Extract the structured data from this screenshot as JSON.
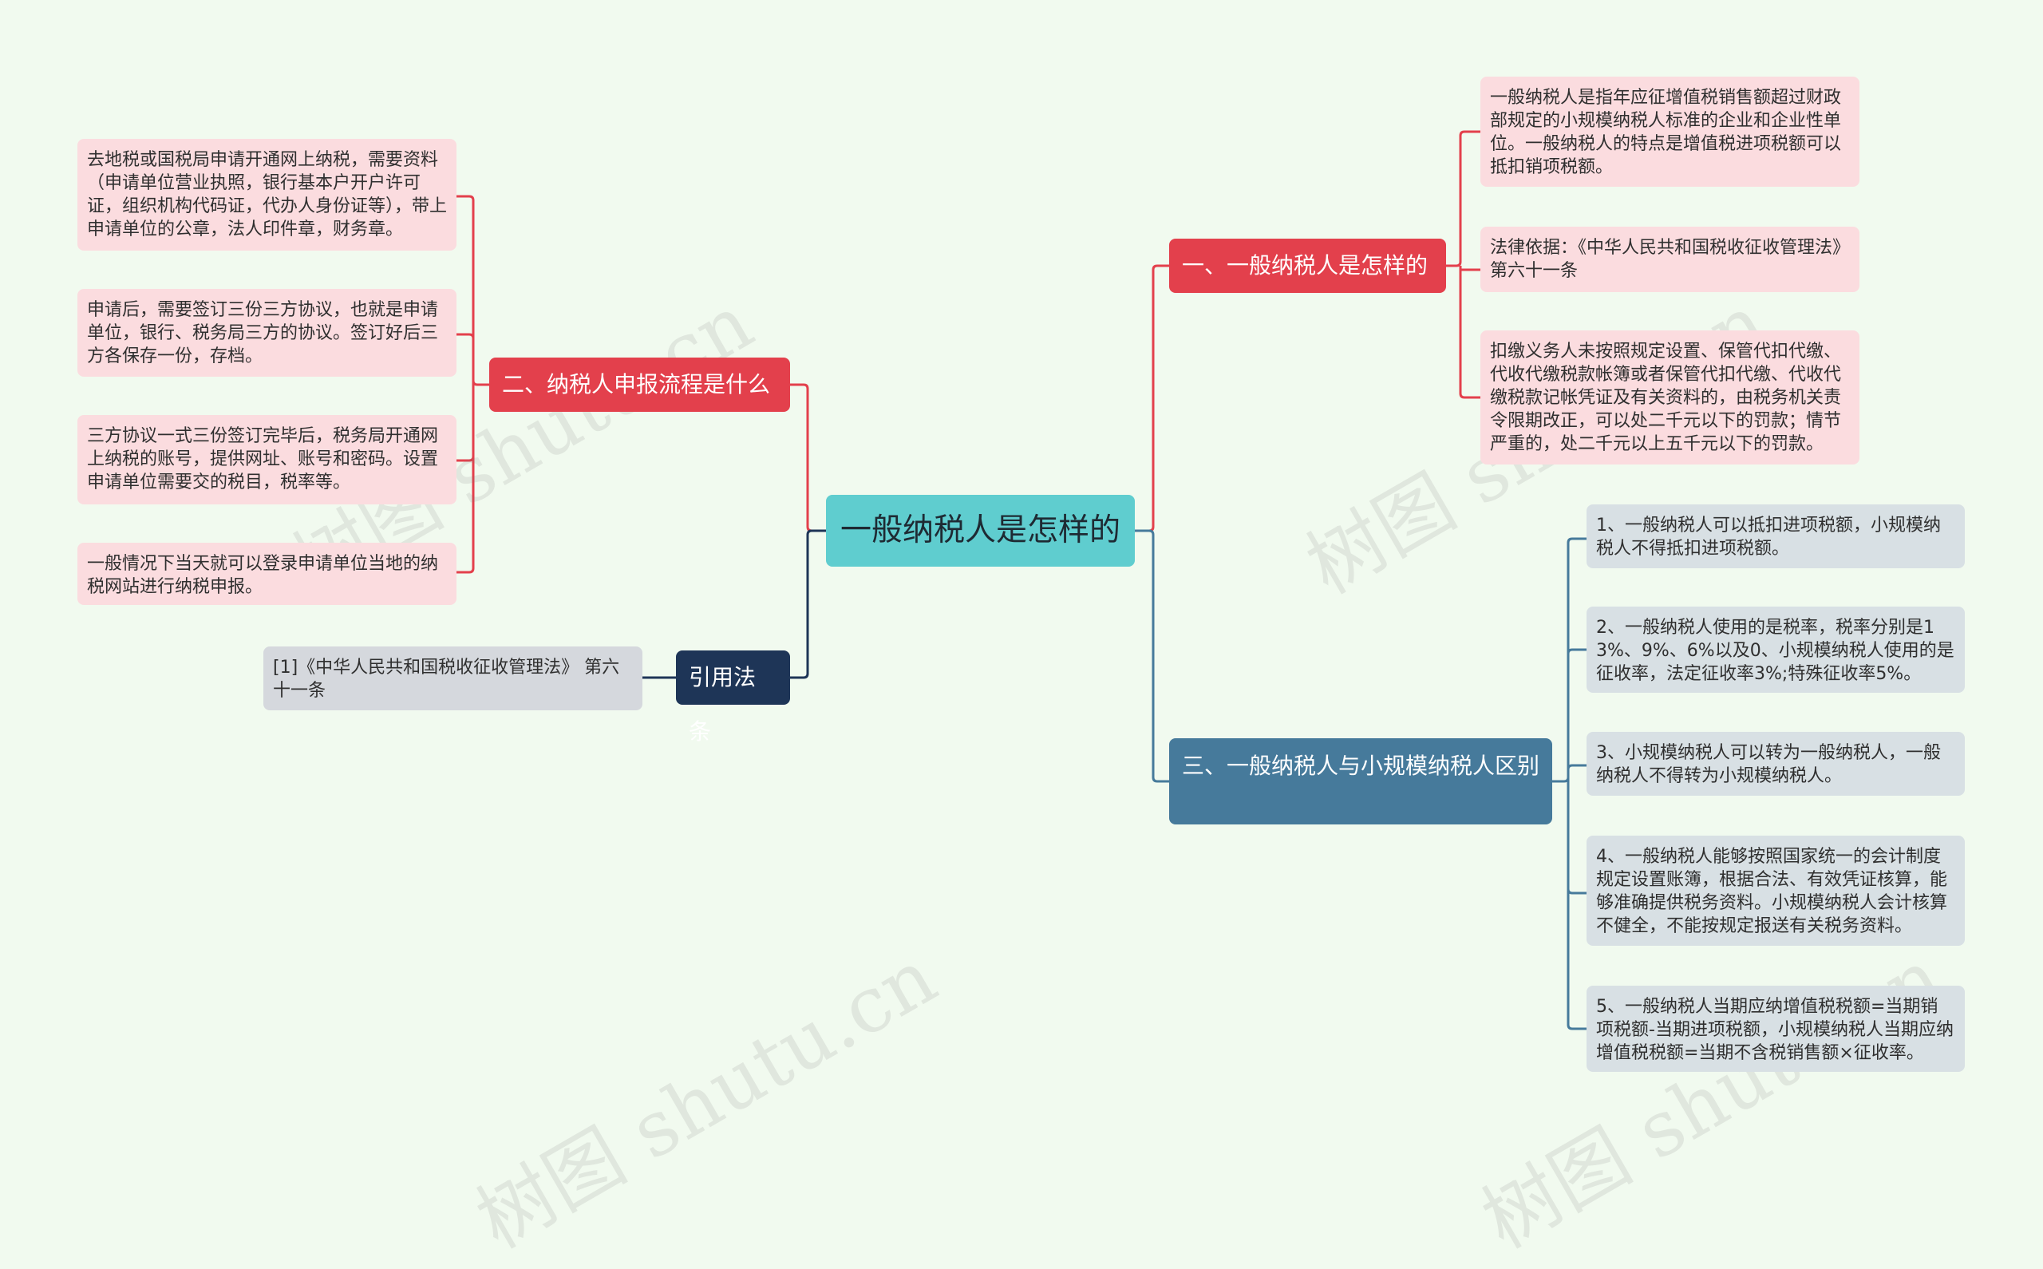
{
  "root": {
    "label": "一般纳税人是怎样的"
  },
  "branches": {
    "b1": {
      "label": "一、一般纳税人是怎样的",
      "items": [
        "一般纳税人是指年应征增值税销售额超过财政部规定的小规模纳税人标准的企业和企业性单位。一般纳税人的特点是增值税进项税额可以抵扣销项税额。",
        "法律依据：《中华人民共和国税收征收管理法》第六十一条",
        "扣缴义务人未按照规定设置、保管代扣代缴、代收代缴税款帐簿或者保管代扣代缴、代收代缴税款记帐凭证及有关资料的，由税务机关责令限期改正，可以处二千元以下的罚款；情节严重的，处二千元以上五千元以下的罚款。"
      ]
    },
    "b2": {
      "label": "二、纳税人申报流程是什么",
      "items": [
        "去地税或国税局申请开通网上纳税，需要资料（申请单位营业执照，银行基本户开户许可证，组织机构代码证，代办人身份证等），带上申请单位的公章，法人印件章，财务章。",
        "申请后，需要签订三份三方协议，也就是申请单位，银行、税务局三方的协议。签订好后三方各保存一份，存档。",
        "三方协议一式三份签订完毕后，税务局开通网上纳税的账号，提供网址、账号和密码。设置申请单位需要交的税目，税率等。",
        "一般情况下当天就可以登录申请单位当地的纳税网站进行纳税申报。"
      ]
    },
    "b3": {
      "label": "三、一般纳税人与小规模纳税人区别",
      "items": [
        "1、一般纳税人可以抵扣进项税额，小规模纳税人不得抵扣进项税额。",
        "2、一般纳税人使用的是税率，税率分别是13%、9%、6%以及0、小规模纳税人使用的是征收率，法定征收率3%;特殊征收率5%。",
        "3、小规模纳税人可以转为一般纳税人，一般纳税人不得转为小规模纳税人。",
        "4、一般纳税人能够按照国家统一的会计制度规定设置账簿，根据合法、有效凭证核算，能够准确提供税务资料。小规模纳税人会计核算不健全，不能按规定报送有关税务资料。",
        "5、一般纳税人当期应纳增值税税额=当期销项税额-当期进项税额，小规模纳税人当期应纳增值税税额=当期不含税销售额×征收率。"
      ]
    },
    "b4": {
      "label": "引用法条",
      "items": [
        "[1]《中华人民共和国税收征收管理法》 第六十一条"
      ]
    }
  },
  "watermark": "树图 shutu.cn",
  "colors": {
    "background": "#f1faef",
    "root": "#5fcdcf",
    "red_branch": "#e3404c",
    "blue_branch": "#467a9b",
    "navy_branch": "#1e3557",
    "red_line": "#e3404c",
    "blue_line": "#467a9b"
  }
}
